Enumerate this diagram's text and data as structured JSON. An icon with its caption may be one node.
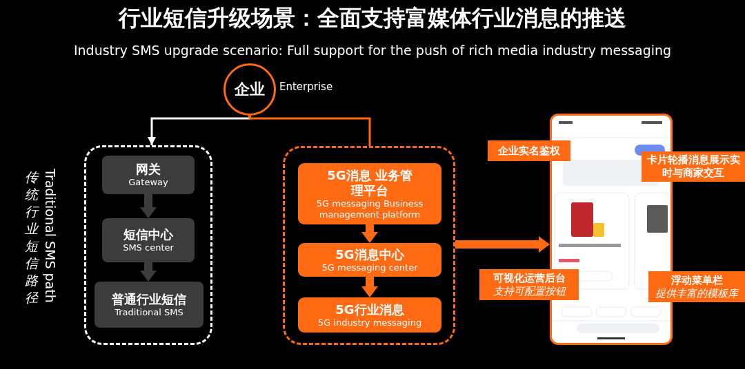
{
  "diagram": {
    "title": "行业短信升级场景：全面支持富媒体行业消息的推送",
    "nodes": [
      {
        "text": [
          "企业"
        ],
        "beside": [
          "Enterprise"
        ]
      },
      {
        "text": [],
        "shape": "box",
        "beside": [
          "传统行业短信路径",
          "Traditional SMS path"
        ]
      },
      {
        "text": [
          "网关",
          "Gateway"
        ],
        "in": 1
      },
      {
        "text": [
          "短信中心",
          "SMS center"
        ],
        "in": 1
      },
      {
        "text": [
          "普通行业短信",
          "Traditional SMS"
        ],
        "in": 1
      },
      {
        "text": [],
        "shape": "box"
      },
      {
        "text": [
          "5G消息 业务管理平台",
          "5G messaging Business management platform"
        ],
        "in": 5
      },
      {
        "text": [
          "5G消息中心",
          "5G messaging center"
        ],
        "in": 5
      },
      {
        "text": [
          "5G行业消息",
          "5G industry messaging"
        ],
        "in": 5
      },
      {
        "text": [],
        "shape": "picture"
      },
      {
        "text": [
          "企业实名鉴权"
        ]
      },
      {
        "text": [
          "卡片轮播消息展示实时与商家交互"
        ]
      },
      {
        "text": [
          "可视化运营后台",
          "支持可配置按钮"
        ]
      },
      {
        "text": [
          "浮动菜单栏",
          "提供丰富的模板库"
        ]
      }
    ],
    "edges": [
      {
        "from": 0,
        "to": 1,
        "arrow": "to",
        "color": "#ffffff"
      },
      {
        "from": 0,
        "to": 5,
        "arrow": "none",
        "color": "#ff6a13"
      },
      {
        "from": 2,
        "to": 3,
        "arrow": "to",
        "style": "thick",
        "color": "#3c3c3c"
      },
      {
        "from": 3,
        "to": 4,
        "arrow": "to",
        "style": "thick",
        "color": "#3c3c3c"
      },
      {
        "from": 6,
        "to": 7,
        "arrow": "to",
        "style": "thick",
        "color": "#ff6a13"
      },
      {
        "from": 7,
        "to": 8,
        "arrow": "to",
        "style": "thick",
        "color": "#ff6a13"
      },
      {
        "from": 5,
        "to": 9,
        "arrow": "to",
        "style": "thick",
        "color": "#ff6a13"
      }
    ],
    "labels": [
      "Industry SMS upgrade scenario: Full support for the push of rich media industry messaging"
    ]
  }
}
